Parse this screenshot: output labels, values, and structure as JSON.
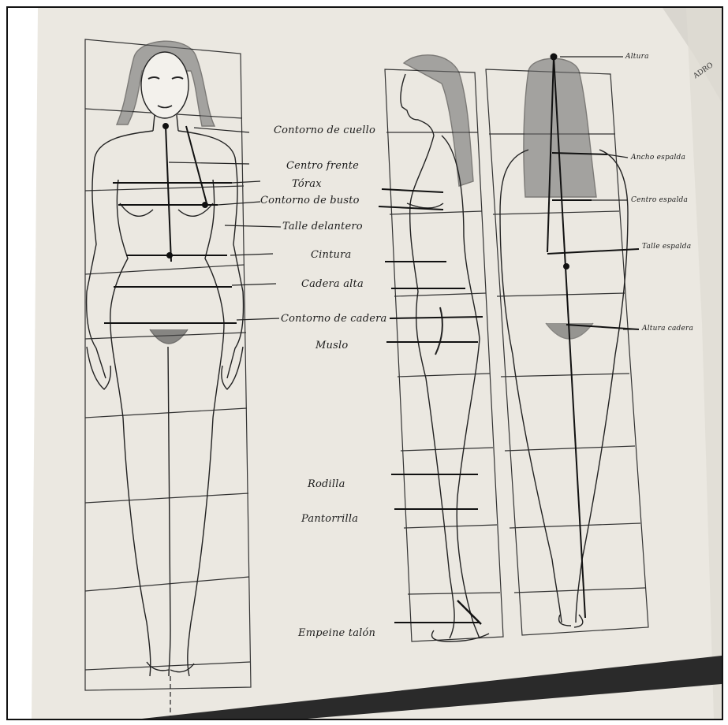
{
  "labels": {
    "contorno_cuello": "Contorno de cuello",
    "centro_frente": "Centro frente",
    "torax": "Tórax",
    "contorno_busto": "Contorno de busto",
    "talle_delantero": "Talle delantero",
    "cintura": "Cintura",
    "cadera_alta": "Cadera alta",
    "contorno_cadera": "Contorno de cadera",
    "muslo": "Muslo",
    "rodilla": "Rodilla",
    "pantorrilla": "Pantorrilla",
    "empeine_talon": "Empeine talón",
    "altura": "Altura",
    "ancho_espalda": "Ancho espalda",
    "centro_espalda": "Centro espalda",
    "talle_espalda": "Talle espalda",
    "altura_cadera": "Altura cadera"
  },
  "corner_fragment": "ADRO",
  "colors": {
    "paper": "#e9e6df",
    "ink": "#1c1c1c",
    "frame": "#111111",
    "bar": "#2a2a2a"
  }
}
